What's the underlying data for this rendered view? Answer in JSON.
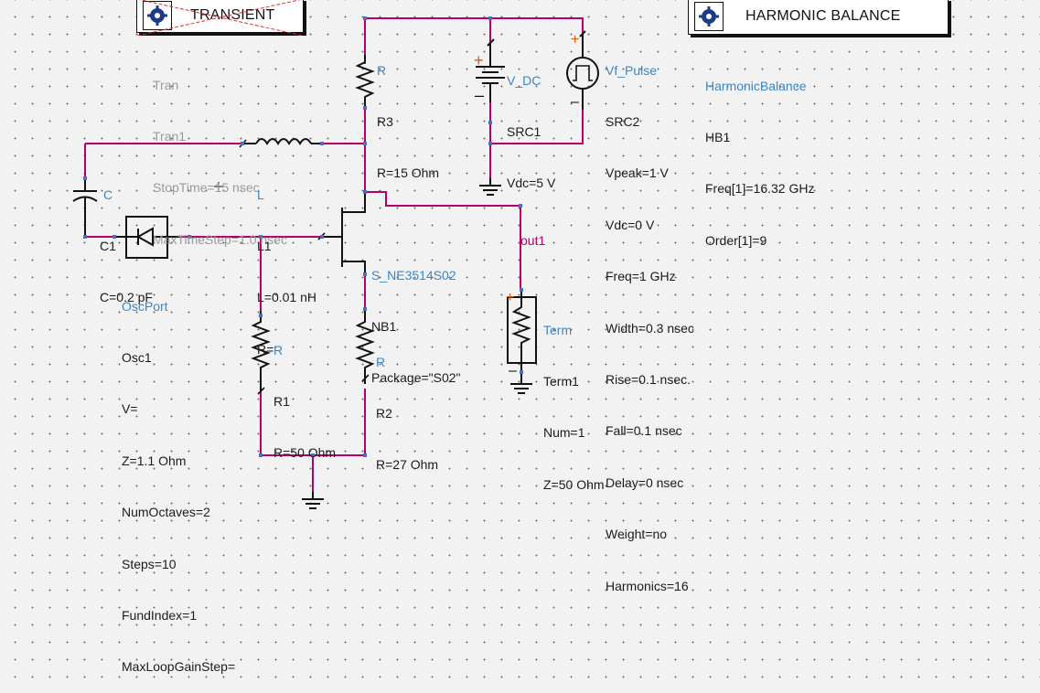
{
  "canvas": {
    "background": "#f2f2f2",
    "wire_color": "#b4006e",
    "label_accent": "#3a86c8",
    "plus_color": "#e05a00"
  },
  "transient": {
    "title": "TRANSIENT",
    "icon": "gear-controller-icon",
    "lines": [
      "Tran",
      "Tran1",
      "StopTime=15 nsec",
      "MaxTimeStep=1.0 nsec"
    ]
  },
  "harmonic_balance": {
    "title": "HARMONIC BALANCE",
    "icon": "gear-controller-icon",
    "type": "HarmonicBalance",
    "lines": [
      "HB1",
      "Freq[1]=16.32 GHz",
      "Order[1]=9"
    ]
  },
  "r3": {
    "type": "R",
    "lines": [
      "R3",
      "R=15 Ohm"
    ]
  },
  "v_dc": {
    "type": "V_DC",
    "lines": [
      "SRC1",
      "Vdc=5 V"
    ]
  },
  "vf_pulse": {
    "type": "Vf_Pulse",
    "lines": [
      "SRC2",
      "Vpeak=1 V",
      "Vdc=0 V",
      "Freq=1 GHz",
      "Width=0.3 nsec",
      "Rise=0.1 nsec.",
      "Fall=0.1 nsec",
      "Delay=0 nsec",
      "Weight=no",
      "Harmonics=16"
    ]
  },
  "c1": {
    "type": "C",
    "lines": [
      "C1",
      "C=0.2 pF"
    ]
  },
  "l1": {
    "type": "L",
    "lines": [
      "L1",
      "L=0.01 nH",
      "R="
    ]
  },
  "transistor": {
    "type": "S_NE3514S02",
    "lines": [
      "NB1",
      "Package=\"S02\""
    ]
  },
  "out_node": "out1",
  "osc_port": {
    "type": "OscPort",
    "lines": [
      "Osc1",
      "V=",
      "Z=1.1 Ohm",
      "NumOctaves=2",
      "Steps=10",
      "FundIndex=1",
      "MaxLoopGainStep="
    ]
  },
  "r1": {
    "type": "R",
    "lines": [
      "R1",
      "R=50 Ohm"
    ]
  },
  "r2": {
    "type": "R",
    "lines": [
      "R2",
      "R=27 Ohm"
    ]
  },
  "term1": {
    "type": "Term",
    "lines": [
      "Term1",
      "Num=1",
      "Z=50 Ohm"
    ]
  }
}
